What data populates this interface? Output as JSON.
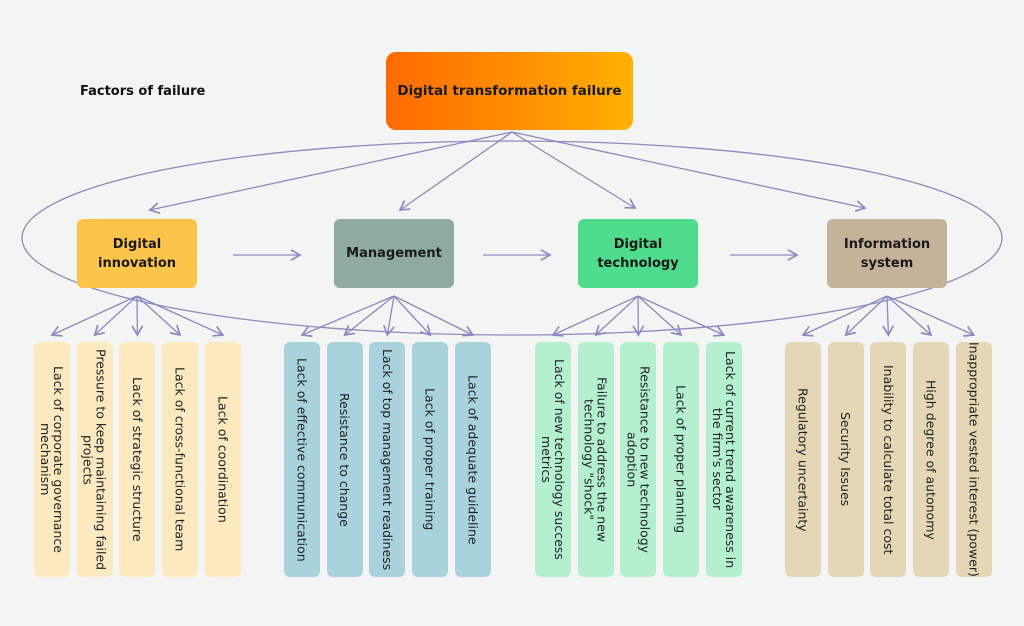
{
  "heading": "Factors of failure",
  "root": "Digital transformation failure",
  "colors": {
    "arrow": "#8a8ac0",
    "innovation": "#fcc44a",
    "management": "#8fab9f",
    "technology": "#4fdc8c",
    "information": "#c4b29a"
  },
  "groups": [
    {
      "label": "Digital innovation",
      "leaves": [
        "Lack of corporate governance mechanism",
        "Pressure to keep maintaining failed projects",
        "Lack of strategic structure",
        "Lack of cross-functional team",
        "Lack of coordination"
      ]
    },
    {
      "label": "Management",
      "leaves": [
        "Lack of effective communication",
        "Resistance to change",
        "Lack of top management readiness",
        "Lack of proper training",
        "Lack of adequate guideline"
      ]
    },
    {
      "label": "Digital technology",
      "leaves": [
        "Lack of new technology success metrics",
        "Failure to address the new technology \"shock\"",
        "Resistance to new technology adoption",
        "Lack of proper planning",
        "Lack of current trend awareness in the firm's sector"
      ]
    },
    {
      "label": "Information system",
      "leaves": [
        "Regulatory uncertainty",
        "Security Issues",
        "Inability to calculate total cost",
        "High degree of autonomy",
        "Inappropriate vested interest (power)"
      ]
    }
  ]
}
